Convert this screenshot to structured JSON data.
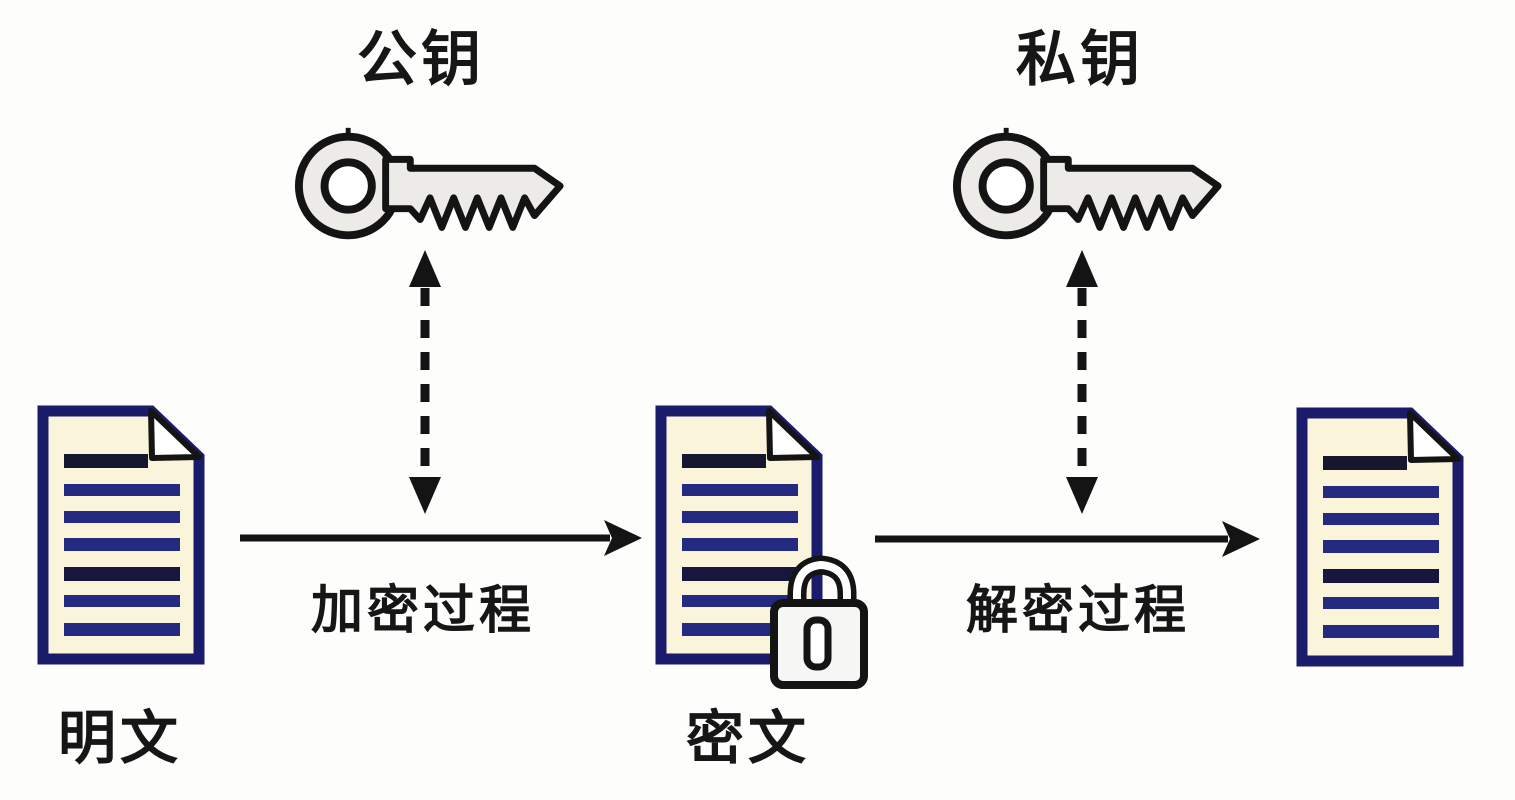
{
  "labels": {
    "public_key": "公钥",
    "private_key": "私钥",
    "plaintext": "明文",
    "ciphertext": "密文",
    "encrypt_process": "加密过程",
    "decrypt_process": "解密过程"
  },
  "icons": {
    "public_key_icon": "key-icon",
    "private_key_icon": "key-icon",
    "plaintext_document": "document-icon",
    "ciphertext_document": "document-icon-with-padlock",
    "decrypted_document": "document-icon",
    "padlock": "padlock-icon",
    "encrypt_arrow": "solid-right-arrow",
    "decrypt_arrow": "solid-right-arrow",
    "public_key_link": "vertical-dashed-double-arrow",
    "private_key_link": "vertical-dashed-double-arrow"
  },
  "colors": {
    "background": "#fdfdfb",
    "outline": "#141414",
    "page_fill": "#faf5da",
    "page_border": "#1b1b6b",
    "text_line": "#232a80",
    "text_line_dark": "#16162f",
    "key_fill": "#edebe7",
    "lock_fill": "#f6f6f4",
    "label_text": "#161616"
  }
}
